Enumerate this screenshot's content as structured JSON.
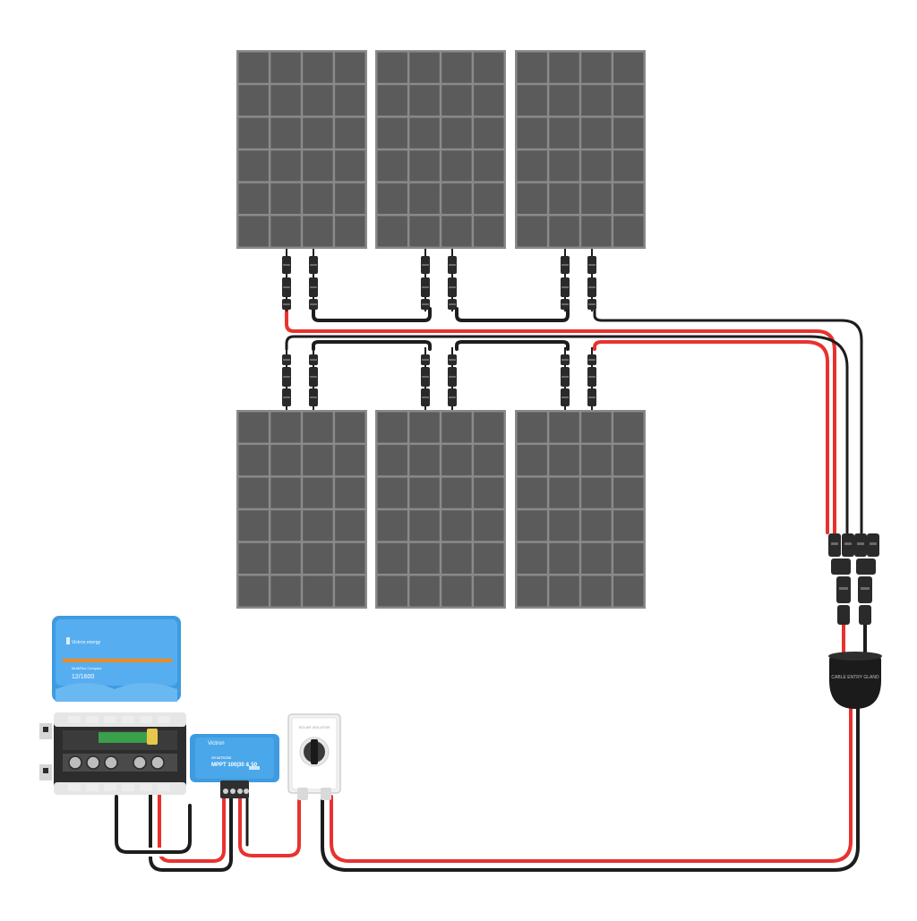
{
  "labels": {
    "cable_label": "",
    "inverter_brand": "Victron energy",
    "inverter_model_line": "MultiPlus Compact",
    "inverter_rating": "12/1600",
    "mppt_brand": "Victron",
    "mppt_model_line": "SmartSolar",
    "mppt_model": "MPPT 100|30 & 50",
    "isolator_text": "SOLAR ISOLATOR",
    "gland_text": "CABLE ENTRY GLAND"
  },
  "colors": {
    "panel_cell": "#5b5b5b",
    "panel_grid": "#8a8a8a",
    "wire_red": "#e8322f",
    "wire_black": "#1d1d1d",
    "victron_blue": "#3f9be0",
    "victron_orange": "#f28a1b"
  }
}
